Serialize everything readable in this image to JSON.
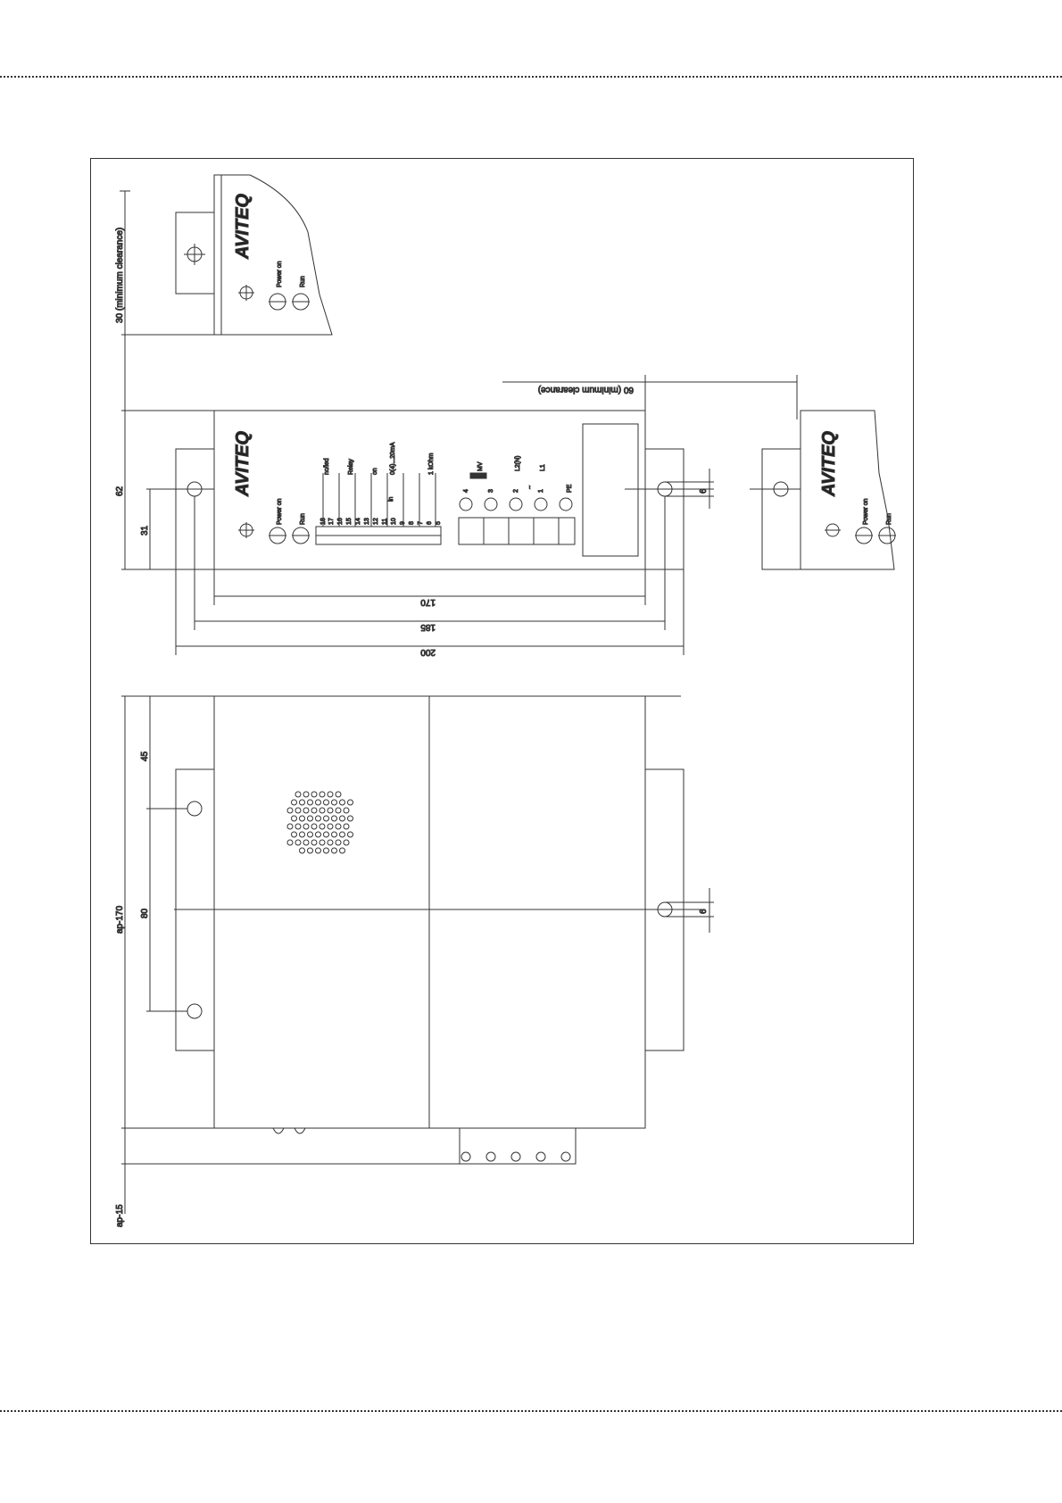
{
  "drawing": {
    "brand": "AVITEQ",
    "led_power": "Power on",
    "led_run": "Run",
    "dimensions": {
      "top_clearance": "30 (minimum clearance)",
      "side_clearance": "60 (minimum clearance)",
      "height_62": "62",
      "height_31": "31",
      "hole_6_front": "6",
      "width_170": "170",
      "width_185": "185",
      "width_200": "200",
      "top_45": "45",
      "top_80": "80",
      "top_6": "6",
      "depth_label": "ap-170",
      "depth_bottom": "ap-15"
    },
    "terminals": {
      "left_numbers": [
        "18",
        "17",
        "16",
        "15",
        "14",
        "13",
        "12",
        "11",
        "10",
        "9",
        "8",
        "7",
        "6",
        "5"
      ],
      "label_nc": "nc/led",
      "label_relay": "Relay",
      "label_on": "on",
      "label_0_20ma": "0(4)...20mA",
      "label_in": "in",
      "label_1kohm": "1 kOhm",
      "right_numbers": [
        "4",
        "3",
        "2",
        "1"
      ],
      "label_mv": "MV",
      "label_l2n": "L2(N)",
      "label_l1": "L1",
      "label_tilde": "~",
      "label_pe": "PE"
    }
  }
}
